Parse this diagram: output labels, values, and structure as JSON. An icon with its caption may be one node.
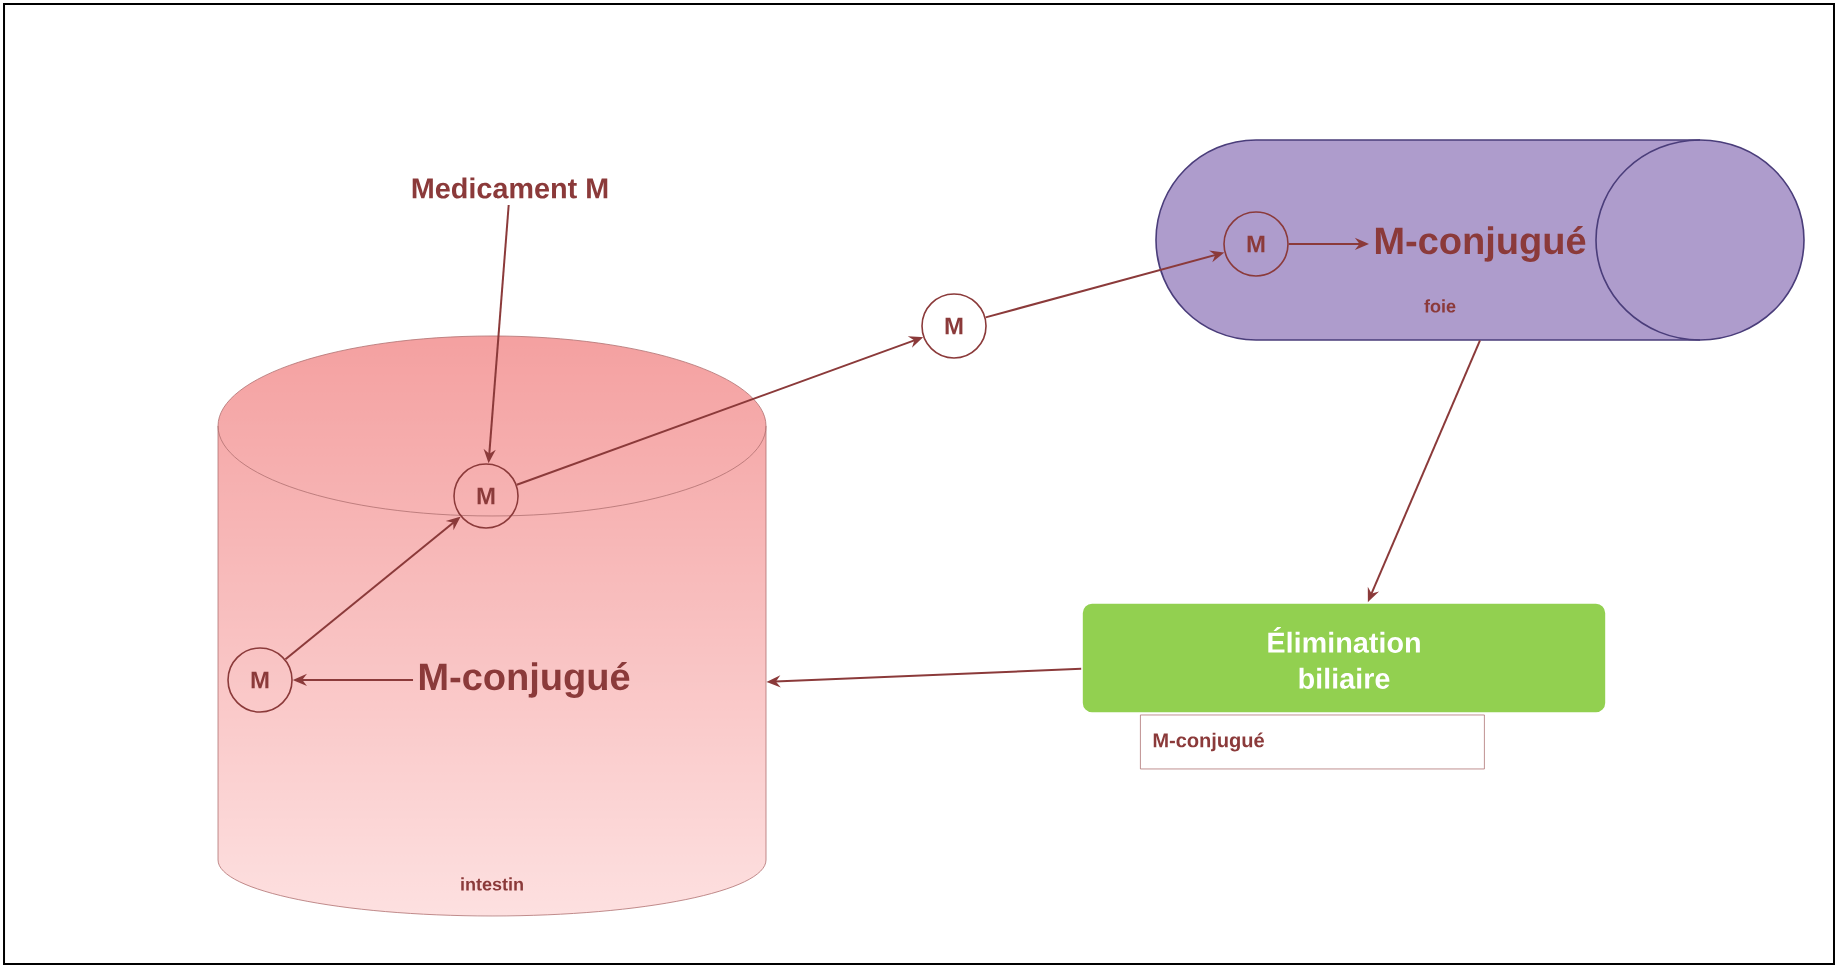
{
  "diagram": {
    "nodes": [
      {
        "text": [
          "intestin"
        ]
      },
      {
        "text": [
          "Medicament M"
        ]
      },
      {
        "text": [
          "M"
        ],
        "in": 0
      },
      {
        "text": [
          "M"
        ],
        "in": 0
      },
      {
        "text": [
          "M-conjugué"
        ],
        "in": 0
      },
      {
        "text": [
          "M"
        ]
      },
      {
        "text": [
          "foie"
        ]
      },
      {
        "text": [
          "M"
        ],
        "in": 6
      },
      {
        "text": [
          "M-conjugué"
        ],
        "in": 6
      },
      {
        "text": [
          "Élimination biliaire"
        ]
      },
      {
        "text": [
          "M-conjugué"
        ]
      }
    ],
    "edges": [
      {
        "from": 1,
        "to": 2,
        "arrow": "to"
      },
      {
        "from": 4,
        "to": 3,
        "arrow": "to"
      },
      {
        "from": 3,
        "to": 2,
        "arrow": "to"
      },
      {
        "from": 2,
        "to": 5,
        "arrow": "to"
      },
      {
        "from": 5,
        "to": 7,
        "arrow": "to"
      },
      {
        "from": 7,
        "to": 8,
        "arrow": "to"
      },
      {
        "from": 6,
        "to": 9,
        "arrow": "to"
      },
      {
        "from": 9,
        "to": 0,
        "arrow": "to"
      }
    ]
  }
}
